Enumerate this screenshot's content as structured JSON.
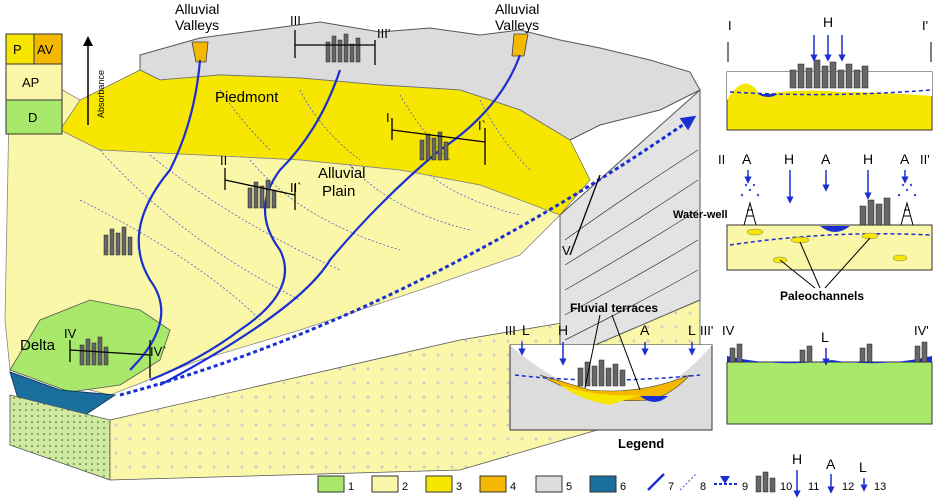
{
  "main": {
    "labels": {
      "alluvial_valleys": [
        "Alluvial",
        "Valleys"
      ],
      "piedmont": "Piedmont",
      "alluvial_plain": [
        "Alluvial",
        "Plain"
      ],
      "delta": "Delta"
    },
    "sections": {
      "i": "I",
      "i_end": "I`",
      "ii": "II",
      "ii_end": "II`",
      "iii": "III",
      "iii_end": "III'",
      "iv": "IV",
      "iv_end": "IV`",
      "v": "V"
    }
  },
  "absorbance_key": {
    "cells": [
      "P",
      "AV",
      "AP",
      "D"
    ],
    "arrow_label": "Absorbance",
    "colors": {
      "P": "#f7e600",
      "AV": "#f5b800",
      "AP": "#fbf7a8",
      "D": "#a8e86a"
    }
  },
  "panels": {
    "p1": {
      "start": "I",
      "end": "I'",
      "markers": [
        "H"
      ]
    },
    "p2": {
      "start": "II",
      "end": "II'",
      "markers": [
        "A",
        "H",
        "A",
        "H",
        "A"
      ],
      "water_well": "Water-well",
      "paleochannels": "Paleochannels"
    },
    "p3": {
      "start": "III",
      "end": "III'",
      "markers": [
        "L",
        "H",
        "A",
        "L"
      ],
      "fluvial_terraces": "Fluvial terraces"
    },
    "p4": {
      "start": "IV",
      "end": "IV'",
      "markers": [
        "L"
      ]
    }
  },
  "legend": {
    "title": "Legend",
    "items": [
      "1",
      "2",
      "3",
      "4",
      "5",
      "6",
      "7",
      "8",
      "9",
      "10",
      "11",
      "12",
      "13"
    ],
    "markers": {
      "h": "H",
      "a": "A",
      "l": "L"
    },
    "colors": {
      "c1": "#a8e86a",
      "c2": "#fbf7a8",
      "c3": "#f7e600",
      "c4": "#f5b800",
      "c5": "#dcdcdc",
      "c6": "#1a6e9e",
      "river": "#1a2fd1"
    }
  }
}
